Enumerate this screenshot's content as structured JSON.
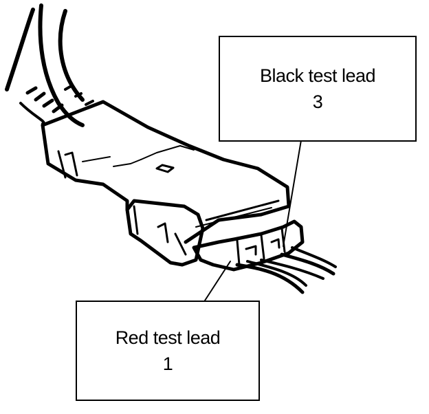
{
  "callouts": {
    "black_lead": {
      "label": "Black test lead",
      "number": "3"
    },
    "red_lead": {
      "label": "Red test lead",
      "number": "1"
    }
  },
  "colors": {
    "ink": "#000000",
    "paper": "#ffffff"
  }
}
